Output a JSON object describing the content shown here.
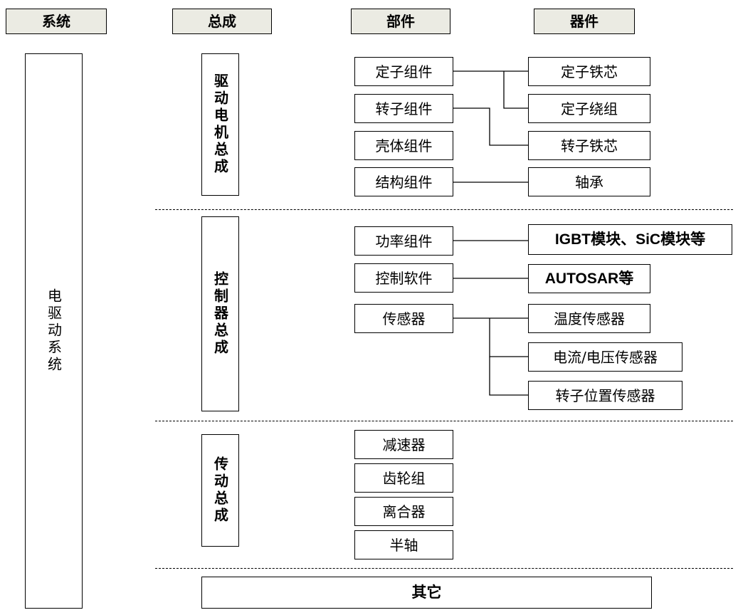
{
  "headers": {
    "system": "系统",
    "assembly": "总成",
    "component": "部件",
    "device": "器件"
  },
  "system_name": "电驱动系统",
  "assemblies": {
    "motor": "驱动电机总成",
    "controller": "控制器总成",
    "transmission": "传动总成",
    "other": "其它"
  },
  "components": {
    "stator_assembly": "定子组件",
    "rotor_assembly": "转子组件",
    "housing_assembly": "壳体组件",
    "structure_assembly": "结构组件",
    "power_assembly": "功率组件",
    "control_software": "控制软件",
    "sensor": "传感器",
    "reducer": "减速器",
    "gear_set": "齿轮组",
    "clutch": "离合器",
    "half_shaft": "半轴"
  },
  "devices": {
    "stator_core": "定子铁芯",
    "stator_winding": "定子绕组",
    "rotor_core": "转子铁芯",
    "bearing": "轴承",
    "power_modules": "IGBT模块、SiC模块等",
    "autosar": "AUTOSAR等",
    "temperature_sensor": "温度传感器",
    "current_voltage_sensor": "电流/电压传感器",
    "rotor_position_sensor": "转子位置传感器"
  }
}
